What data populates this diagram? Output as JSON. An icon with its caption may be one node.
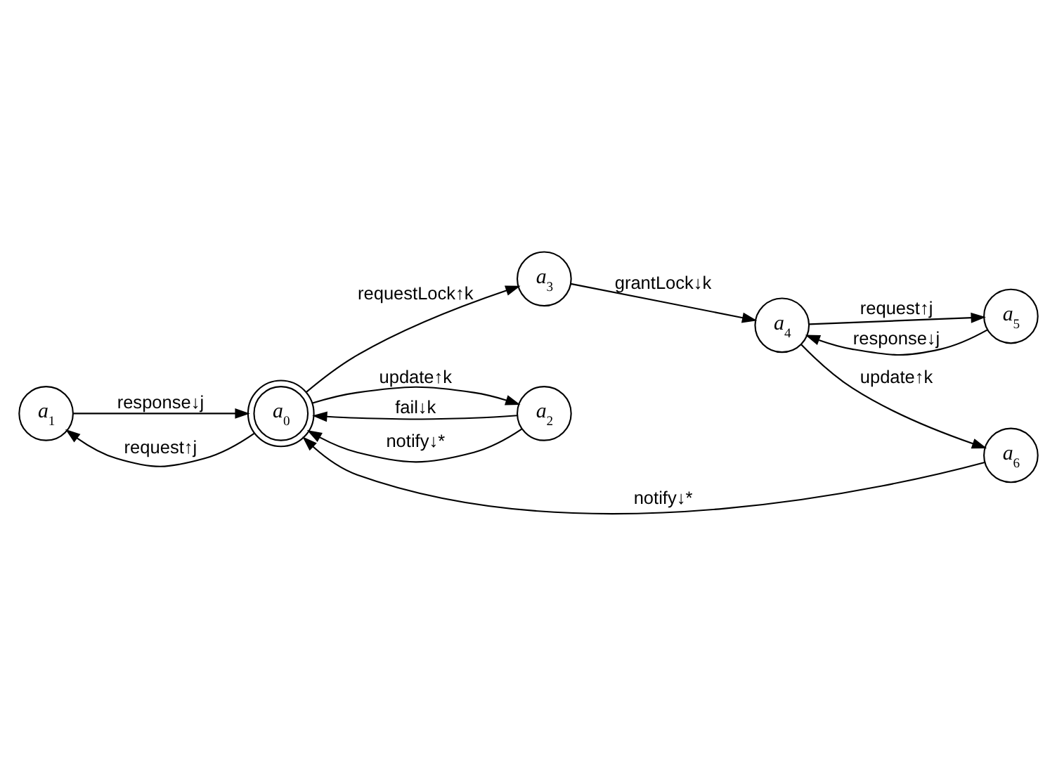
{
  "diagram": {
    "nodes": [
      {
        "text": [
          "a$_{1}$"
        ]
      },
      {
        "text": [
          "a$_{3}$"
        ]
      },
      {
        "text": [
          "a$_{0}$"
        ]
      },
      {
        "text": [
          "a$_{4}$"
        ]
      },
      {
        "text": [
          "a$_{5}$"
        ]
      },
      {
        "text": [
          "a$_{6}$"
        ]
      },
      {
        "text": [
          "a$_{2}$"
        ]
      }
    ],
    "edges": [
      {
        "from": 2,
        "to": 0,
        "arrow": "to",
        "label": "request↑j"
      },
      {
        "from": 0,
        "to": 2,
        "arrow": "to",
        "label": "response↓j"
      },
      {
        "from": 2,
        "to": 1,
        "arrow": "to",
        "label": "requestLock↑k"
      },
      {
        "from": 1,
        "to": 3,
        "arrow": "to",
        "label": "grantLock↓k"
      },
      {
        "from": 3,
        "to": 4,
        "arrow": "to",
        "label": "request↑j"
      },
      {
        "from": 4,
        "to": 3,
        "arrow": "to",
        "label": "response↓j"
      },
      {
        "from": 3,
        "to": 5,
        "arrow": "to",
        "label": "update↑k"
      },
      {
        "from": 5,
        "to": 2,
        "arrow": "to",
        "label": "notify↓*"
      },
      {
        "from": 2,
        "to": 6,
        "arrow": "to",
        "label": "update↑k"
      },
      {
        "from": 6,
        "to": 2,
        "arrow": "to",
        "label": "fail↓k"
      },
      {
        "from": 6,
        "to": 2,
        "arrow": "to",
        "label": "notify↓*"
      }
    ]
  }
}
